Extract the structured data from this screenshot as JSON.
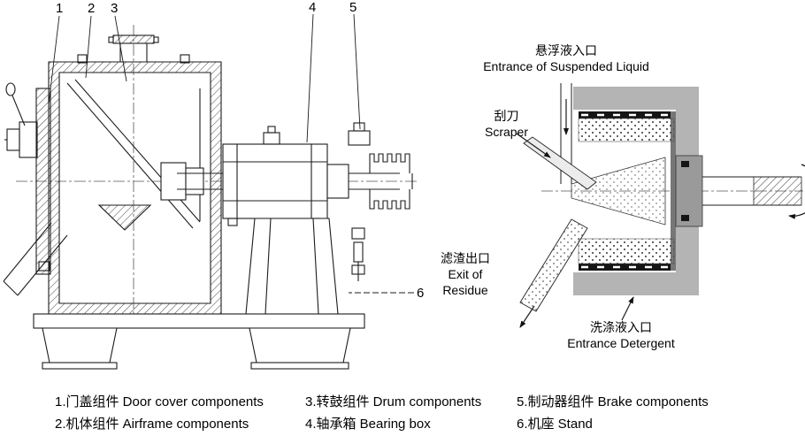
{
  "figure": {
    "title_visible": "",
    "colors": {
      "line": "#1c1c1c",
      "housing_fill": "#b4b4b4"
    }
  },
  "callouts": [
    "1",
    "2",
    "3",
    "4",
    "5",
    "6"
  ],
  "schematic": {
    "suspended_liquid": {
      "zh": "悬浮液入口",
      "en": "Entrance of Suspended Liquid"
    },
    "scraper": {
      "zh": "刮刀",
      "en": "Scraper"
    },
    "residue": {
      "zh": "滤渣出口",
      "en_line1": "Exit of",
      "en_line2": "Residue"
    },
    "detergent": {
      "zh": "洗涤液入口",
      "en": "Entrance Detergent"
    }
  },
  "legend": {
    "items": [
      "1.门盖组件 Door cover components",
      "2.机体组件 Airframe components",
      "3.转鼓组件 Drum components",
      "4.轴承箱 Bearing box",
      "5.制动器组件 Brake components",
      "6.机座 Stand"
    ]
  }
}
